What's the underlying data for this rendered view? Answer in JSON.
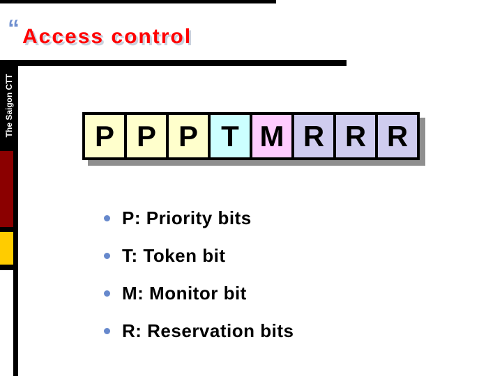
{
  "slide": {
    "title_mark": "“",
    "title": "Access control",
    "sidebar_text": "The Saigon CTT",
    "colors": {
      "title": "#FF0000",
      "title_mark": "#7090D0",
      "bullet_dot": "#6688CC",
      "maroon_block": "#8B0000",
      "gold_block": "#FFCC00",
      "box_shadow": "#8F8F8F"
    },
    "bit_fields": [
      {
        "label": "P",
        "color": "#FFFFCC"
      },
      {
        "label": "P",
        "color": "#FFFFCC"
      },
      {
        "label": "P",
        "color": "#FFFFCC"
      },
      {
        "label": "T",
        "color": "#CCFFFF"
      },
      {
        "label": "M",
        "color": "#FFCCFF"
      },
      {
        "label": "R",
        "color": "#CFCCEF"
      },
      {
        "label": "R",
        "color": "#CFCCEF"
      },
      {
        "label": "R",
        "color": "#CFCCEF"
      }
    ],
    "bullets": [
      "P: Priority bits",
      "T: Token bit",
      "M: Monitor bit",
      "R: Reservation bits"
    ]
  }
}
